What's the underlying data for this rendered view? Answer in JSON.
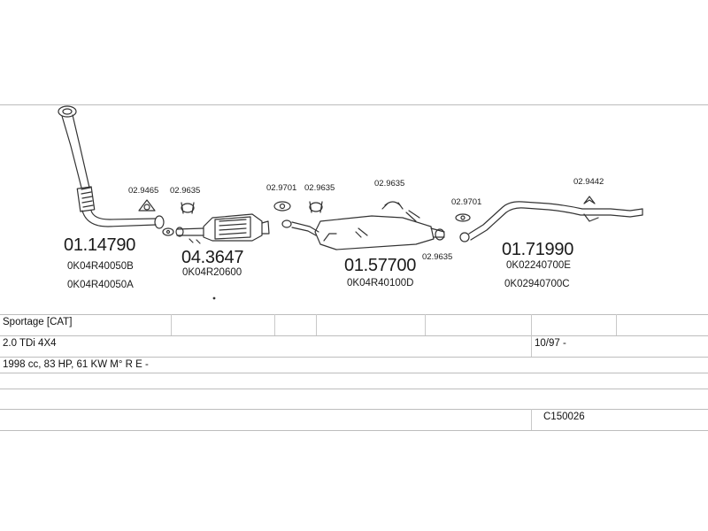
{
  "parts": {
    "downpipe": {
      "number": "01.14790",
      "oem": [
        "0K04R40050B",
        "0K04R40050A"
      ]
    },
    "catalyst": {
      "number": "04.3647",
      "oem": [
        "0K04R20600"
      ]
    },
    "middle_silencer": {
      "number": "01.57700",
      "oem": [
        "0K04R40100D"
      ]
    },
    "rear_pipe": {
      "number": "01.71990",
      "oem": [
        "0K02240700E",
        "0K02940700C"
      ]
    }
  },
  "fittings": {
    "f1": "02.9465",
    "f2": "02.9635",
    "f3": "02.9701",
    "f4": "02.9635",
    "f5": "02.9635",
    "f6": "02.9635",
    "f7": "02.9701",
    "f8": "02.9442"
  },
  "table": {
    "model": "Sportage  [CAT]",
    "engine": "2.0 TDi 4X4",
    "date": "10/97 -",
    "specs": "1998 cc, 83 HP, 61 KW M° R E -",
    "code": "C150026"
  },
  "colors": {
    "line": "#333333",
    "grid": "#bdbdbd"
  }
}
